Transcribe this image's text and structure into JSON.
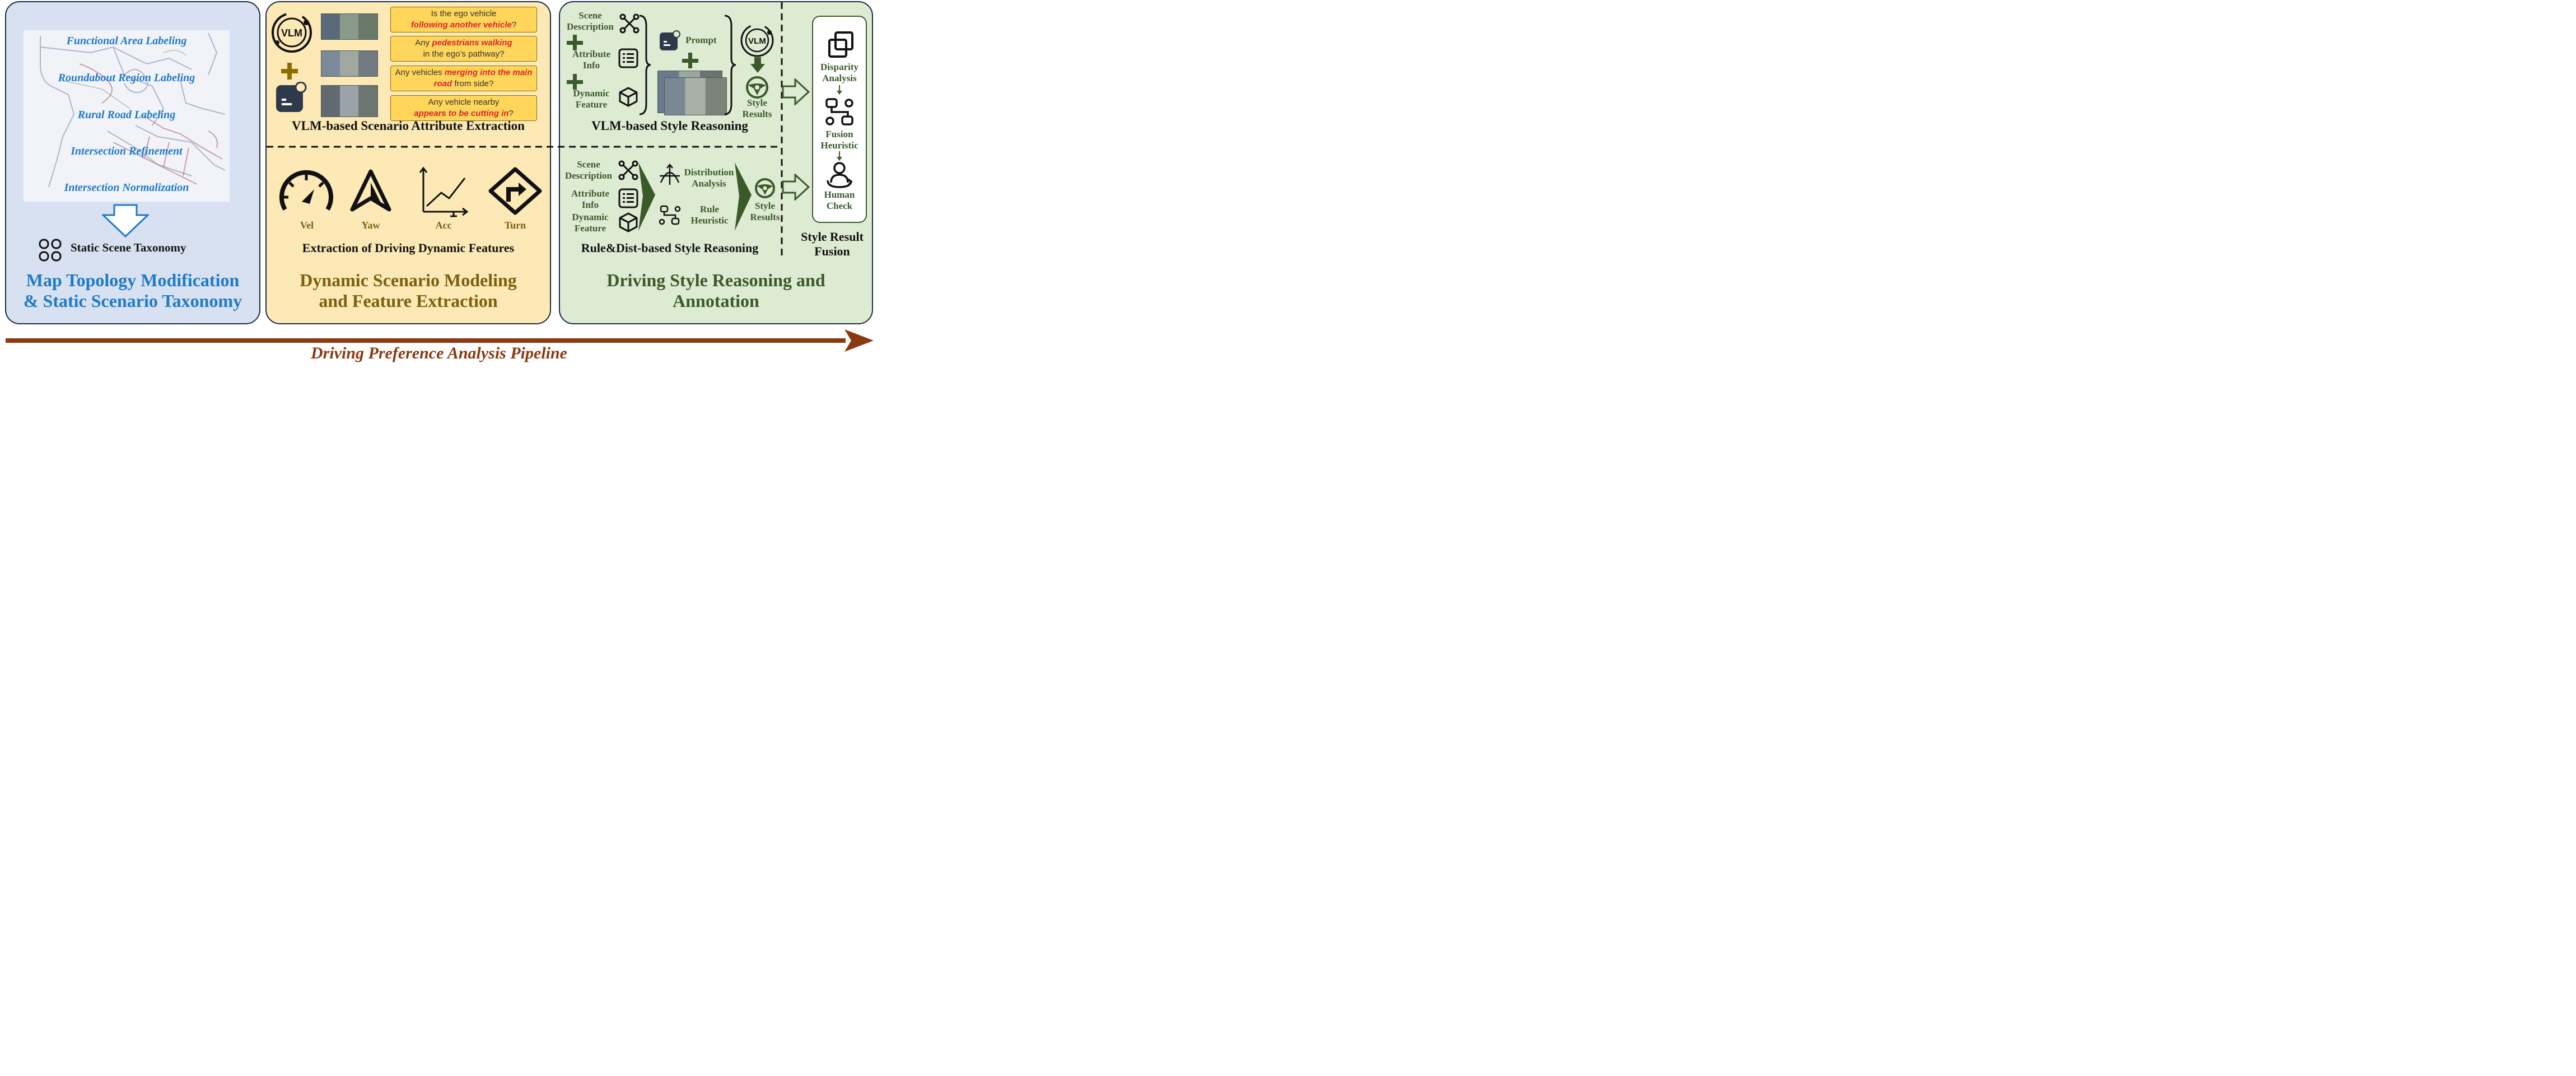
{
  "panel_map": {
    "taxonomy_items": [
      "Functional Area Labeling",
      "Roundabout Region Labeling",
      "Rural Road Labeling",
      "Intersection Refinement",
      "Intersection Normalization"
    ],
    "static_scene_label": "Static Scene Taxonomy",
    "title_line1": "Map Topology Modification",
    "title_line2": "& Static Scenario Taxonomy"
  },
  "panel_dynamic": {
    "vlm_logo_text": "VLM",
    "questions": [
      {
        "before": "Is the ego vehicle",
        "red": "following another vehicle",
        "after": "?"
      },
      {
        "before": "Any ",
        "red": "pedestrians walking",
        "after": "in the ego’s pathway?"
      },
      {
        "before": "Any vehicles ",
        "red": "merging into the main road",
        "after": " from side?"
      },
      {
        "before": "Any vehicle nearby",
        "red": "appears to be cutting in",
        "after": "?"
      }
    ],
    "vlm_extraction_label": "VLM-based Scenario Attribute Extraction",
    "features": [
      "Vel",
      "Yaw",
      "Acc",
      "Turn"
    ],
    "dynamic_extraction_label": "Extraction of Driving Dynamic Features",
    "title_line1": "Dynamic Scenario Modeling",
    "title_line2": "and Feature Extraction"
  },
  "panel_style": {
    "vlm_inputs": [
      "Scene Description",
      "Attribute Info",
      "Dynamic Feature"
    ],
    "prompt_label": "Prompt",
    "vlm_logo_text": "VLM",
    "style_results_label": "Style Results",
    "vlm_reasoning_label": "VLM-based Style Reasoning",
    "rule_inputs": [
      "Scene Description",
      "Attribute Info",
      "Dynamic Feature"
    ],
    "distribution_label": "Distribution Analysis",
    "rule_heuristic_label": "Rule Heuristic",
    "rule_style_results_label": "Style Results",
    "rule_reasoning_label": "Rule&Dist-based Style Reasoning",
    "fusion_steps": [
      "Disparity Analysis",
      "Fusion Heuristic",
      "Human Check"
    ],
    "fusion_label_line1": "Style Result",
    "fusion_label_line2": "Fusion",
    "title_line1": "Driving Style Reasoning and",
    "title_line2": "Annotation"
  },
  "pipeline_label": "Driving Preference Analysis Pipeline",
  "colors": {
    "blue_panel": "#d7e1f1",
    "yellow_panel": "#fde9b5",
    "green_panel": "#deebd3",
    "blue_text": "#1f7ac8",
    "gold_text": "#7a6010",
    "green_text": "#3a5a2a",
    "arrow_brown": "#8a3a10"
  }
}
